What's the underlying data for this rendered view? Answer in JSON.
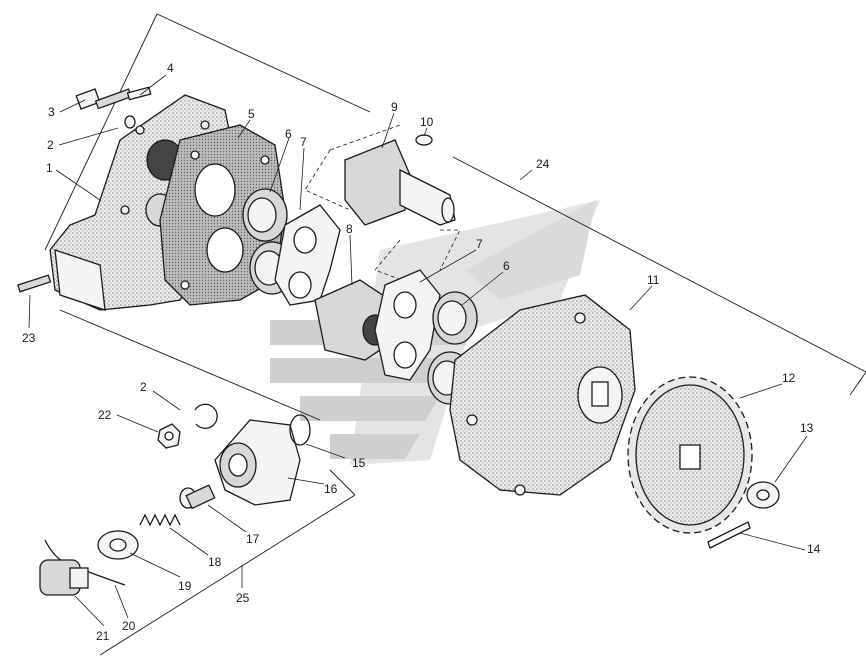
{
  "callouts": {
    "c1": "1",
    "c2": "2",
    "c3": "3",
    "c4": "4",
    "c5": "5",
    "c6": "6",
    "c7": "7",
    "c8": "8",
    "c9": "9",
    "c10": "10",
    "c11": "11",
    "c12": "12",
    "c13": "13",
    "c14": "14",
    "c15": "15",
    "c16": "16",
    "c17": "17",
    "c18": "18",
    "c19": "19",
    "c20": "20",
    "c21": "21",
    "c22": "22",
    "c23": "23",
    "c24": "24",
    "c25": "25",
    "c2b": "2",
    "c6b": "6",
    "c7b": "7"
  },
  "colors": {
    "ink": "#1a1a1a",
    "watermark": "#b4b4b4"
  }
}
